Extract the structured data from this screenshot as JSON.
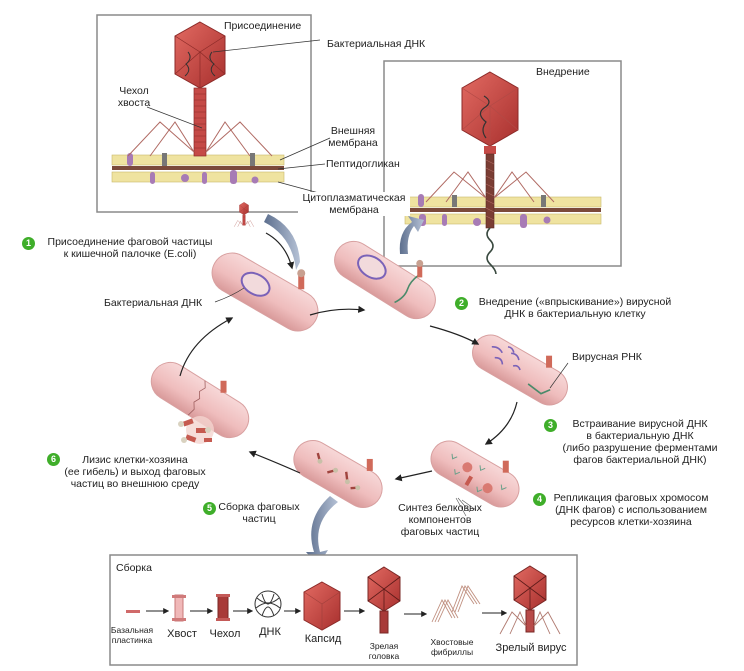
{
  "panels": {
    "attachment": {
      "title": "Присоединение",
      "labels": {
        "bacterial_dna": "Бактериальная ДНК",
        "tail_sheath": [
          "Чехол",
          "хвоста"
        ],
        "outer_membrane": [
          "Внешняя",
          "мембрана"
        ],
        "peptidoglycan": "Пептидогликан",
        "cytoplasmic_membrane": [
          "Цитоплазматическая",
          "мембрана"
        ]
      }
    },
    "injection": {
      "title": "Внедрение"
    },
    "assembly": {
      "title": "Сборка",
      "items": [
        {
          "label": [
            "Базальная",
            "пластинка"
          ]
        },
        {
          "label": [
            "Хвост"
          ]
        },
        {
          "label": [
            "Чехол"
          ]
        },
        {
          "label": [
            "ДНК"
          ]
        },
        {
          "label": [
            "Капсид"
          ]
        },
        {
          "label": [
            "Зрелая",
            "головка"
          ]
        },
        {
          "label": [
            "Хвостовые",
            "фибриллы"
          ]
        },
        {
          "label": [
            "Зрелый вирус"
          ]
        }
      ]
    }
  },
  "steps": [
    {
      "number": "1",
      "lines": [
        "Присоединение фаговой частицы",
        "к кишечной палочке (E.coli)"
      ]
    },
    {
      "number": "2",
      "lines": [
        "Внедрение («впрыскивание») вирусной",
        "ДНК в бактериальную клетку"
      ]
    },
    {
      "number": "3",
      "lines": [
        "Встраивание вирусной ДНК",
        "в бактериальную ДНК",
        "(либо разрушение ферментами",
        "фагов бактериальной ДНК)"
      ]
    },
    {
      "number": "4",
      "lines": [
        "Репликация фаговых хромосом",
        "(ДНК фагов) с использованием",
        "ресурсов клетки-хозяина"
      ]
    },
    {
      "number": "5",
      "lines": [
        "Сборка фаговых",
        "частиц"
      ]
    },
    {
      "number": "6",
      "lines": [
        "Лизис клетки-хозяина",
        "(ее гибель) и выход фаговых",
        "частиц во внешнюю среду"
      ]
    }
  ],
  "cycle_labels": {
    "bacterial_dna": "Бактериальная ДНК",
    "viral_rna": "Вирусная РНК",
    "protein_synthesis": [
      "Синтез белковых",
      "компонентов",
      "фаговых частиц"
    ]
  },
  "colors": {
    "step_badge": "#3fae2a",
    "phage_red": "#c8413f",
    "bacterium_pink": "#f2c4c4",
    "membrane_yellow": "#efe3a0",
    "membrane_protein": "#a77bb5",
    "dna_purple": "#7a62b8",
    "viral_rna_green": "#4a8a6a",
    "arrow_blue": "#8a9cb8"
  }
}
